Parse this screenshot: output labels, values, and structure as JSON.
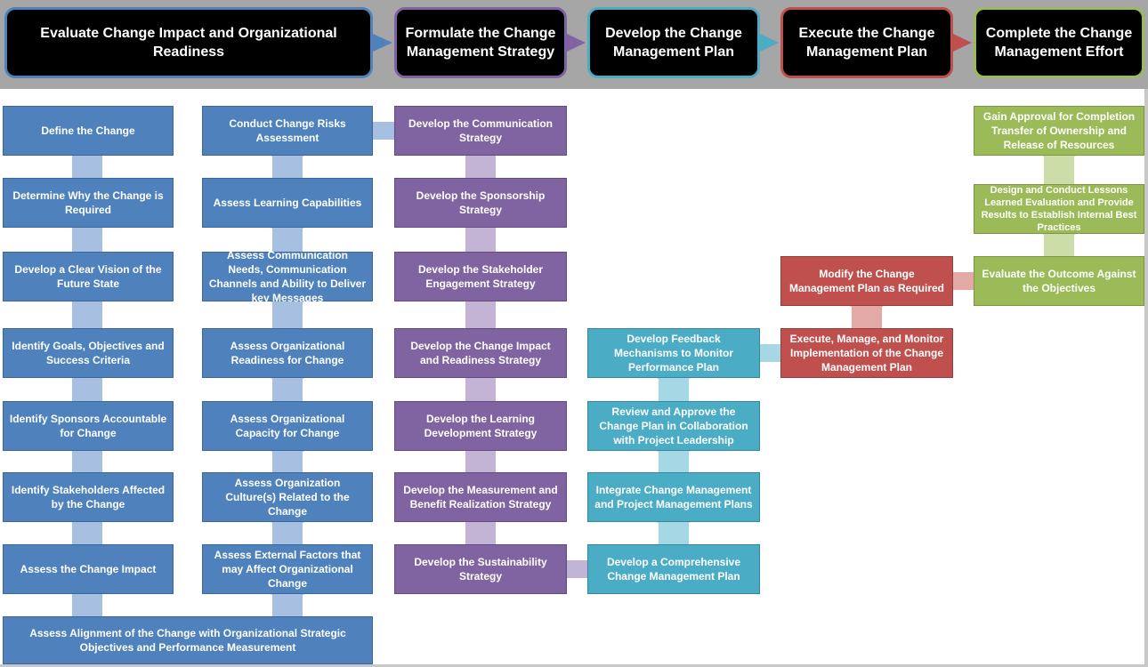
{
  "phases": [
    {
      "label": "Evaluate Change Impact and Organizational Readiness",
      "color": "#4f81bd"
    },
    {
      "label": "Formulate the Change Management  Strategy",
      "color": "#8064a2"
    },
    {
      "label": "Develop the Change Management Plan",
      "color": "#4bacc6"
    },
    {
      "label": "Execute the Change Management Plan",
      "color": "#c0504d"
    },
    {
      "label": "Complete the Change Management Effort",
      "color": "#9bbb59"
    }
  ],
  "evaluate_col1": [
    "Define the Change",
    "Determine Why the Change is Required",
    "Develop a Clear Vision of the Future State",
    "Identify Goals, Objectives and Success Criteria",
    "Identify Sponsors Accountable for Change",
    "Identify Stakeholders Affected by the Change",
    "Assess the Change Impact"
  ],
  "evaluate_bottom": "Assess Alignment of the Change with Organizational  Strategic Objectives and Performance Measurement",
  "evaluate_col2": [
    "Conduct Change Risks Assessment",
    "Assess Learning Capabilities",
    "Assess Communication Needs, Communication Channels and Ability to Deliver key Messages",
    "Assess Organizational Readiness for Change",
    "Assess Organizational Capacity for Change",
    "Assess Organization Culture(s) Related to the Change",
    "Assess External Factors that may Affect Organizational Change"
  ],
  "strategy": [
    "Develop the Communication Strategy",
    "Develop the Sponsorship Strategy",
    "Develop the Stakeholder Engagement Strategy",
    "Develop the Change Impact and Readiness Strategy",
    "Develop the Learning Development Strategy",
    "Develop the Measurement and Benefit Realization Strategy",
    "Develop the Sustainability Strategy"
  ],
  "plan": [
    "Develop Feedback Mechanisms to Monitor Performance Plan",
    "Review and Approve the Change Plan in Collaboration with Project Leadership",
    "Integrate Change Management and Project Management Plans",
    "Develop a Comprehensive Change Management Plan"
  ],
  "execute": [
    "Modify the Change Management Plan as Required",
    "Execute, Manage, and Monitor Implementation of the Change Management Plan"
  ],
  "complete": [
    "Gain Approval for Completion Transfer of Ownership and Release of Resources",
    "Design and Conduct Lessons Learned Evaluation and Provide Results to Establish Internal Best Practices",
    "Evaluate the Outcome Against the Objectives"
  ]
}
